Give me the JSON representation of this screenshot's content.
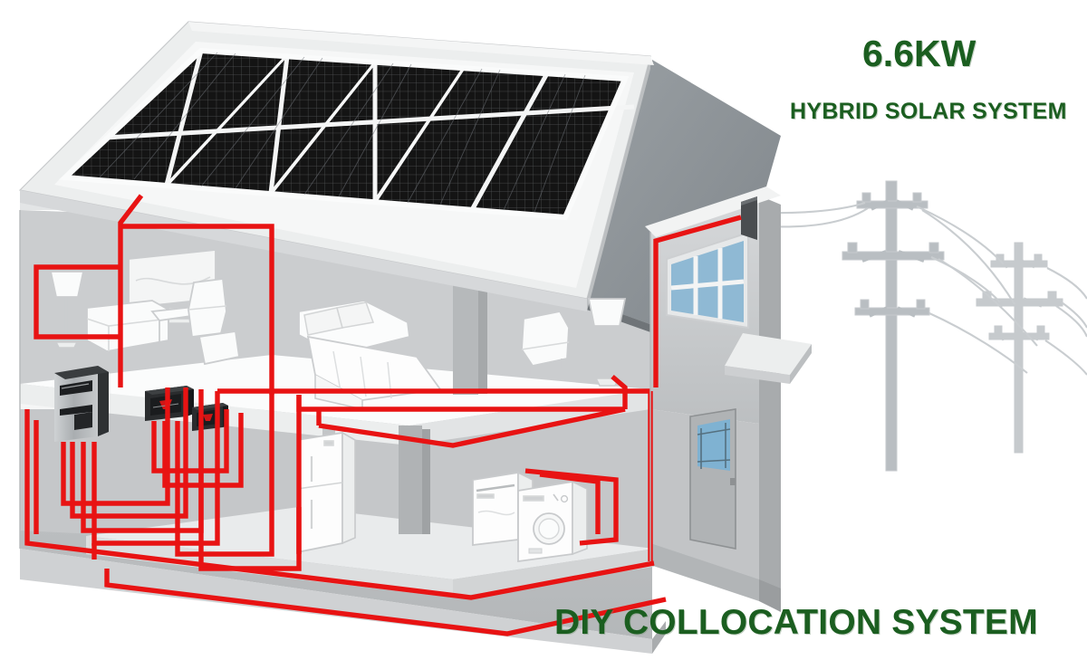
{
  "diagram": {
    "kind": "residential-hybrid-solar-system-cutaway",
    "background_color": "#ffffff",
    "wire_color": "#e81313",
    "accent_text_color": "#1b5e20"
  },
  "labels": {
    "capacity": "6.6KW",
    "system_type": "HYBRID SOLAR SYSTEM",
    "footer": "DIY COLLOCATION SYSTEM"
  },
  "solar_array": {
    "name": "rooftop-solar-array",
    "module_columns": 5,
    "module_rows": 2,
    "module_color": "#141414",
    "frame_color": "#e9ebec"
  },
  "house": {
    "roof_color": "#8b9094",
    "wall_color": "#c2c4c6",
    "floor_color": "#e8eaeb",
    "window_glass": "#8fb9d4",
    "door_glass": "#7fb2d2"
  },
  "equipment": [
    {
      "id": "inverter",
      "label": "hybrid-inverter",
      "color": "#b9bcbe"
    },
    {
      "id": "battery-1",
      "label": "battery-module-large",
      "color": "#2a2a2c"
    },
    {
      "id": "battery-2",
      "label": "battery-module-small",
      "color": "#2a2a2c"
    },
    {
      "id": "meter-box",
      "label": "grid-meter-box",
      "color": "#4a4d50"
    }
  ],
  "appliances": [
    "television",
    "floor-lamp-living-room",
    "sofa",
    "coffee-table",
    "armchair-living-room",
    "bed",
    "armchair-bedroom",
    "floor-lamp-bedroom",
    "refrigerator",
    "dishwasher",
    "washing-machine"
  ],
  "grid": {
    "name": "utility-grid",
    "pole_count": 2,
    "crossarms_per_pole": 3,
    "color": "#c6cacd"
  }
}
